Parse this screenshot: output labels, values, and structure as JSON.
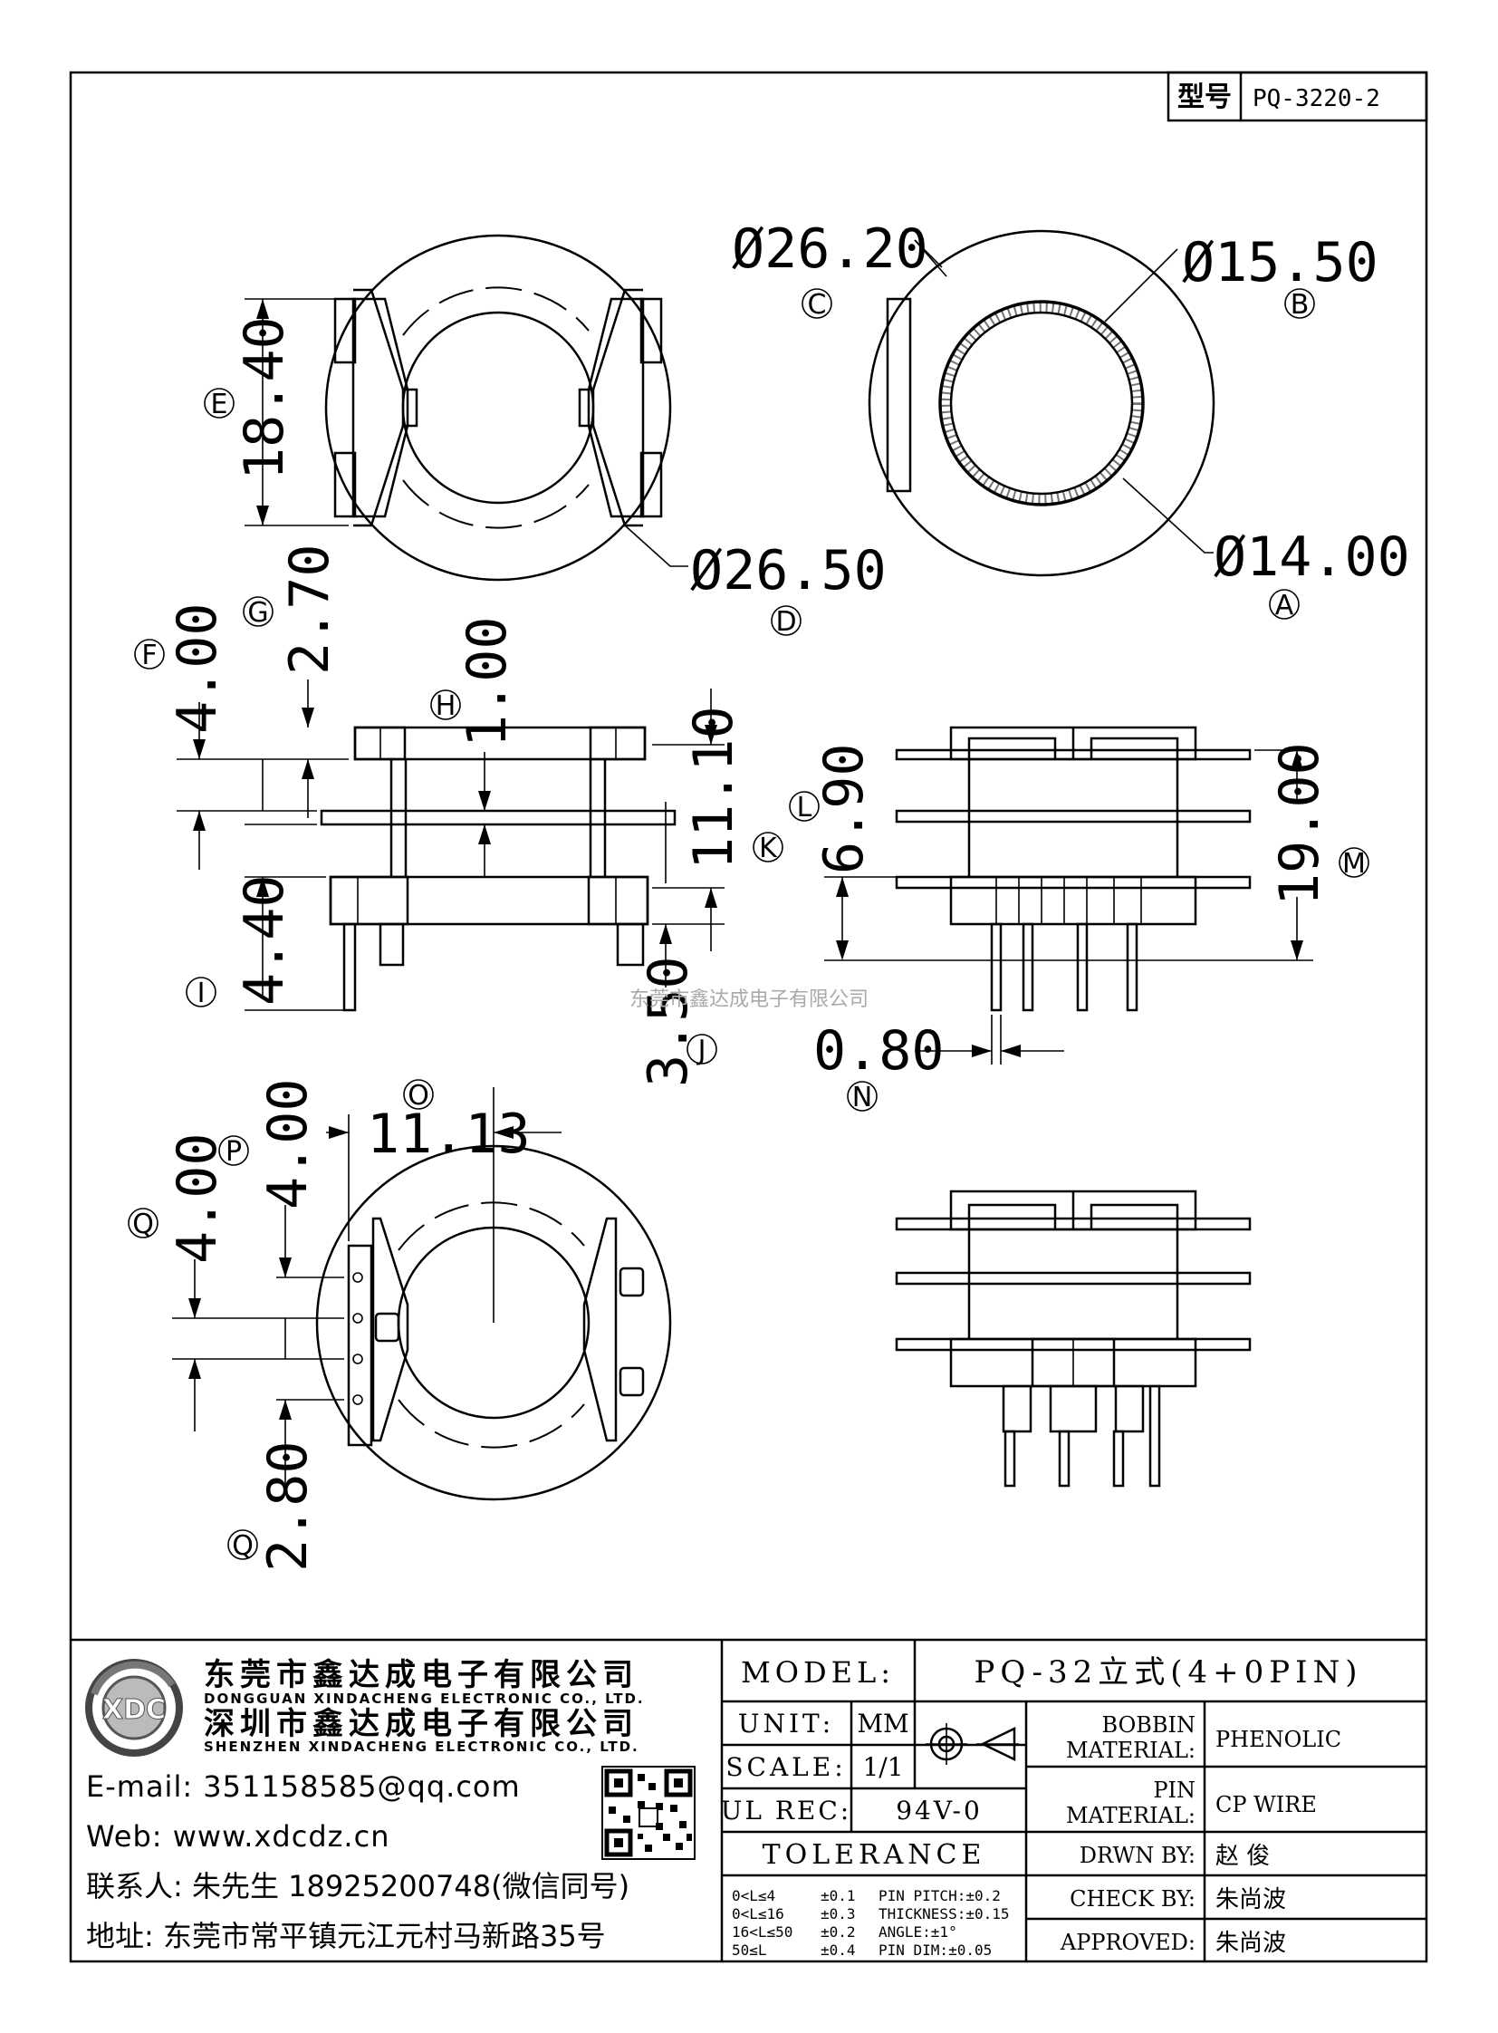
{
  "type_box": {
    "label": "型号",
    "value": "PQ-3220-2"
  },
  "dimensions": {
    "d2620": "Ø26.20",
    "d1550": "Ø15.50",
    "d2650": "Ø26.50",
    "d1400": "Ø14.00",
    "d1840": "18.40",
    "d270": "2.70",
    "d400f": "4.00",
    "d100": "1.00",
    "d1110": "11.10",
    "d690": "6.90",
    "d1900": "19.00",
    "d440": "4.40",
    "d350": "3.50",
    "d080": "0.80",
    "d1113": "11.13",
    "d400p": "4.00",
    "d400q": "4.00",
    "d280": "2.80"
  },
  "labels": {
    "A": "A",
    "B": "B",
    "C": "C",
    "D": "D",
    "E": "E",
    "F": "F",
    "G": "G",
    "H": "H",
    "I": "I",
    "J": "J",
    "K": "K",
    "L": "L",
    "M": "M",
    "N": "N",
    "O": "O",
    "P": "P",
    "Q1": "Q",
    "Q2": "Q"
  },
  "watermark": "东莞市鑫达成电子有限公司",
  "company": {
    "name1": "东莞市鑫达成电子有限公司",
    "name1_en": "DONGGUAN XINDACHENG ELECTRONIC CO., LTD.",
    "name2": "深圳市鑫达成电子有限公司",
    "name2_en": "SHENZHEN XINDACHENG ELECTRONIC CO., LTD.",
    "logo_text": "XDC",
    "email": "E-mail: 351158585@qq.com",
    "web": "Web: www.xdcdz.cn",
    "contact": "联系人: 朱先生 18925200748(微信同号)",
    "address": "地址: 东莞市常平镇元江元村马新路35号"
  },
  "title_block": {
    "model_label": "MODEL:",
    "model_value": "PQ-32立式(4+0PIN)",
    "unit_label": "UNIT:",
    "unit_value": "MM",
    "scale_label": "SCALE:",
    "scale_value": "1/1",
    "ul_label": "UL REC:",
    "ul_value": "94V-0",
    "tolerance_label": "TOLERANCE",
    "tol1": "0<L≤4",
    "tol1v": "±0.1",
    "tol2": "0<L≤16",
    "tol2v": "±0.3",
    "tol3": "16<L≤50",
    "tol3v": "±0.2",
    "tol4": "50≤L",
    "tol4v": "±0.4",
    "pin_pitch": "PIN PITCH:±0.2",
    "thickness": "THICKNESS:±0.15",
    "angle": "ANGLE:±1°",
    "pin_dim": "PIN DIM:±0.05",
    "bobbin_label1": "BOBBIN",
    "bobbin_label2": "MATERIAL:",
    "bobbin_value": "PHENOLIC",
    "pin_label1": "PIN",
    "pin_label2": "MATERIAL:",
    "pin_value": "CP WIRE",
    "drwn_label": "DRWN BY:",
    "drwn_value": "赵 俊",
    "check_label": "CHECK BY:",
    "check_value": "朱尚波",
    "approved_label": "APPROVED:",
    "approved_value": "朱尚波"
  }
}
